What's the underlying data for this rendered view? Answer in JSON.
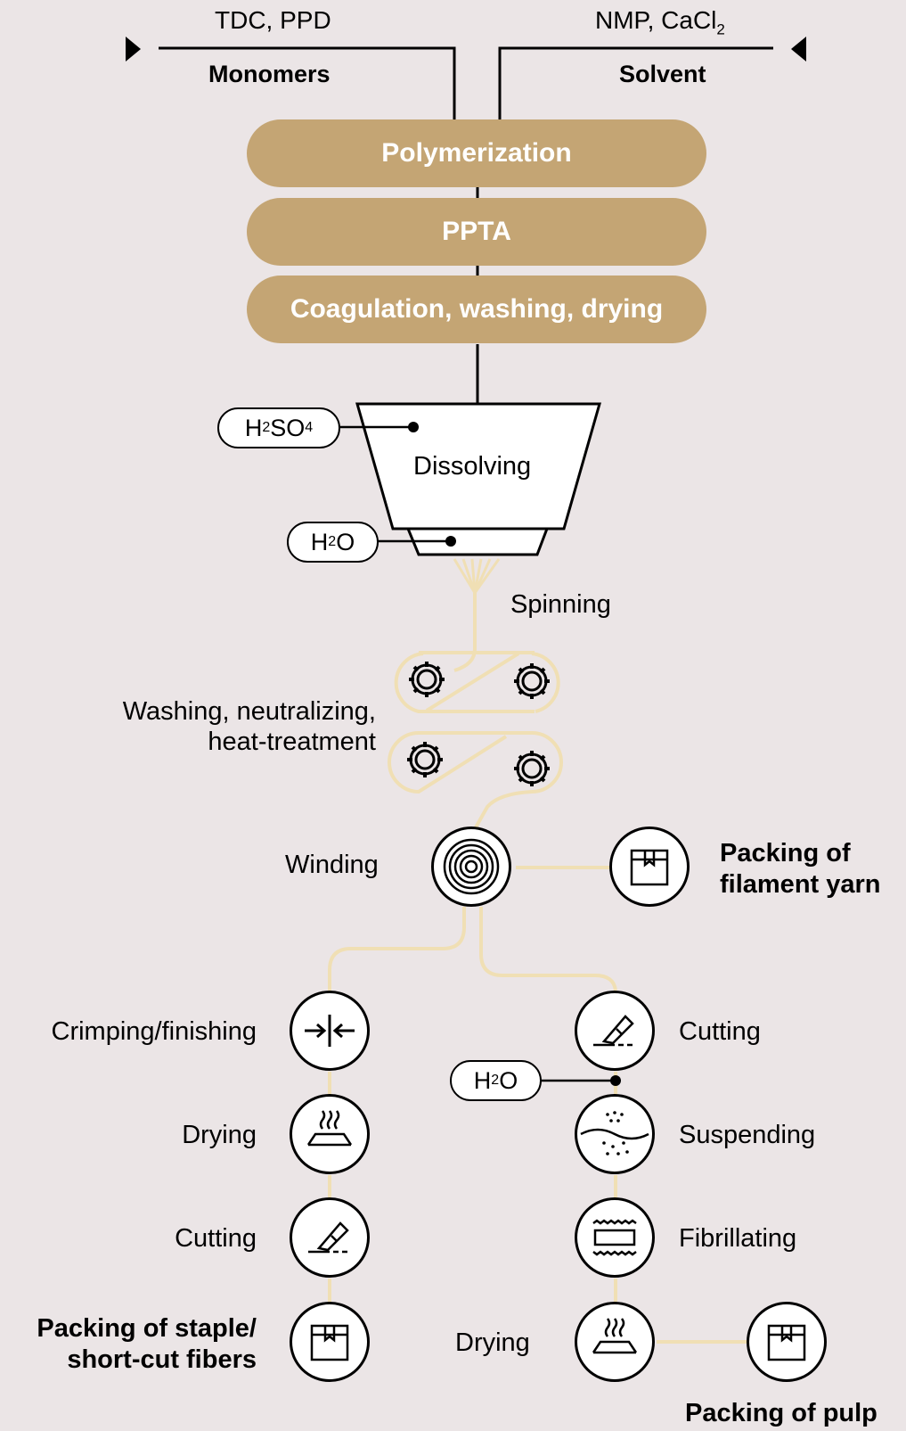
{
  "inputs": {
    "monomers_formula": "TDC, PPD",
    "monomers_label": "Monomers",
    "solvent_formula": "NMP, CaCl",
    "solvent_formula_sub": "2",
    "solvent_label": "Solvent"
  },
  "stages": {
    "polymerization": "Polymerization",
    "ppta": "PPTA",
    "coagulation": "Coagulation, washing, drying"
  },
  "additives": {
    "sulfuric_acid": {
      "base1": "H",
      "sub1": "2",
      "base2": "SO",
      "sub2": "4"
    },
    "water_spinning": {
      "base1": "H",
      "sub1": "2",
      "base2": "O"
    },
    "water_suspending": {
      "base1": "H",
      "sub1": "2",
      "base2": "O"
    }
  },
  "steps": {
    "dissolving": "Dissolving",
    "spinning": "Spinning",
    "washing_line1": "Washing, neutralizing,",
    "washing_line2": "heat-treatment",
    "winding": "Winding",
    "packing_filament_line1": "Packing of",
    "packing_filament_line2": "filament yarn",
    "crimping": "Crimping/finishing",
    "drying_left": "Drying",
    "cutting_left": "Cutting",
    "packing_staple_line1": "Packing of staple/",
    "packing_staple_line2": "short-cut fibers",
    "cutting_right": "Cutting",
    "suspending": "Suspending",
    "fibrillating": "Fibrillating",
    "drying_right": "Drying",
    "packing_pulp": "Packing of pulp"
  },
  "colors": {
    "background": "#ebe5e6",
    "process_bar": "#c4a574",
    "fiber_line": "#f0dfb4",
    "stroke": "#000000"
  }
}
